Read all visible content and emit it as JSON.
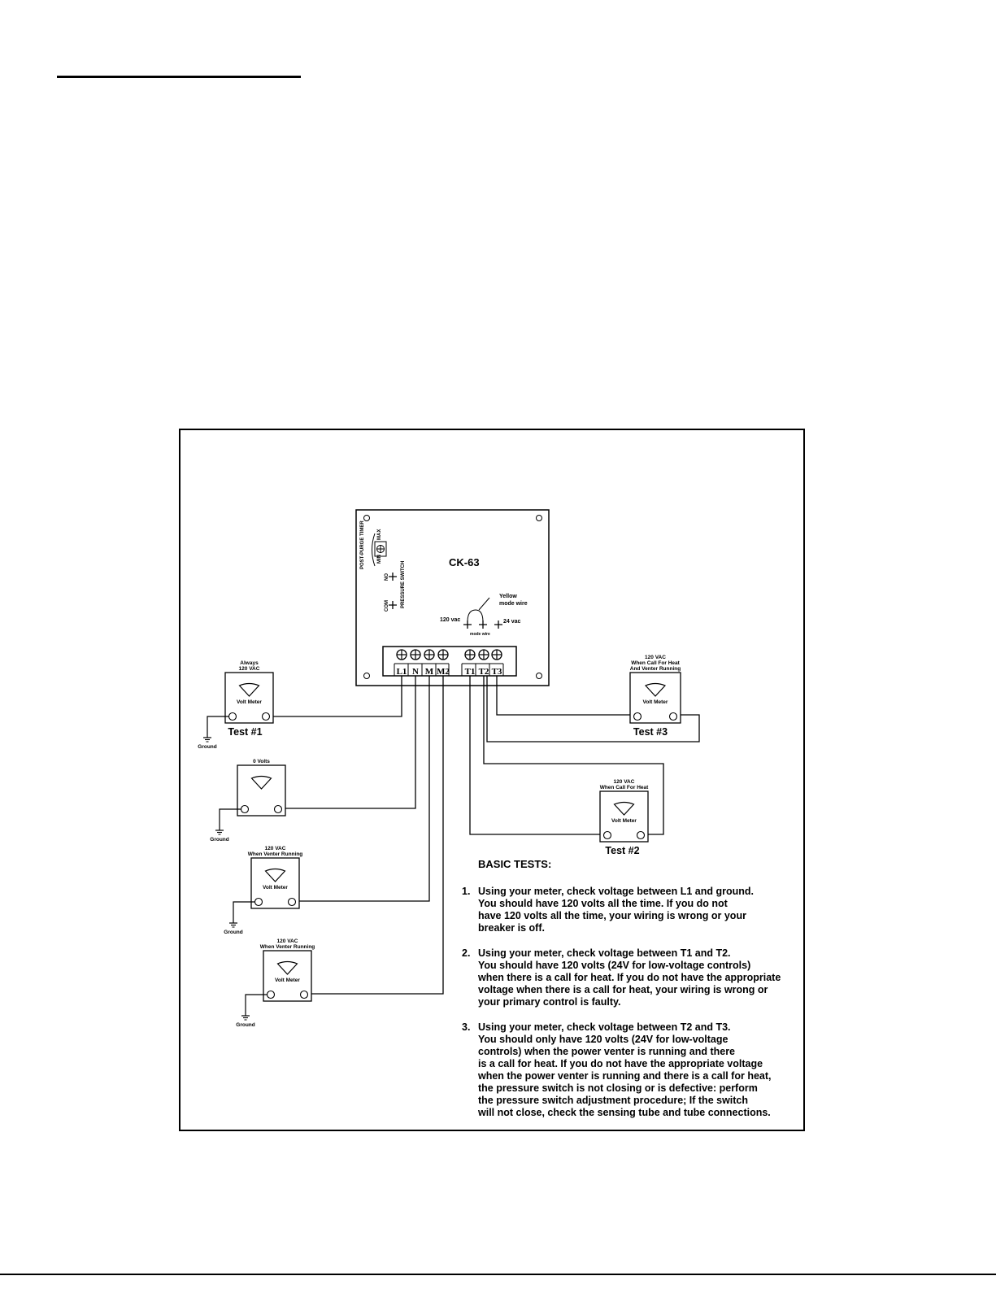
{
  "board": {
    "model": "CK-63",
    "pot_label": "POST-PURGE TIMER",
    "pot_min": "MIN",
    "pot_max": "MAX",
    "switch_label": "PRESSURE SWITCH",
    "switch_no": "NO",
    "switch_com": "COM",
    "yellow_label_1": "Yellow",
    "yellow_label_2": "mode wire",
    "v120_label": "120 vac",
    "v24_label": "24 vac",
    "mode_wire_label": "mode wire",
    "terminals": [
      "L1",
      "N",
      "M",
      "M2",
      "T1",
      "T2",
      "T3"
    ]
  },
  "meters": [
    {
      "caption": [
        "Always",
        "120 VAC"
      ],
      "face": "Volt Meter",
      "test": "Test #1",
      "ground": "Ground"
    },
    {
      "caption": [
        "0 Volts"
      ],
      "face": "",
      "test": "",
      "ground": "Ground"
    },
    {
      "caption": [
        "120 VAC",
        "When Venter Running"
      ],
      "face": "Volt Meter",
      "test": "",
      "ground": "Ground"
    },
    {
      "caption": [
        "120 VAC",
        "When Venter Running"
      ],
      "face": "Volt Meter",
      "test": "",
      "ground": "Ground"
    },
    {
      "caption": [
        "120 VAC",
        "When Call For Heat"
      ],
      "face": "Volt Meter",
      "test": "Test #2",
      "ground": ""
    },
    {
      "caption": [
        "120 VAC",
        "When Call For Heat",
        "And Venter Running"
      ],
      "face": "Volt Meter",
      "test": "Test #3",
      "ground": ""
    }
  ],
  "tests": {
    "heading": "BASIC TESTS:",
    "items": [
      {
        "num": "1.",
        "lines": [
          "Using your meter, check voltage between L1 and ground.",
          "You should have 120 volts all the time.  If you do not",
          "have 120 volts all the time, your wiring is wrong or your",
          "breaker is off."
        ]
      },
      {
        "num": "2.",
        "lines": [
          "Using your meter, check voltage between T1 and T2.",
          "You should have 120 volts (24V for low-voltage controls)",
          "when there is a call for heat. If you do not have the appropriate",
          "voltage when there is a call for heat, your wiring is wrong or",
          "your primary control is faulty."
        ]
      },
      {
        "num": "3.",
        "lines": [
          "Using your meter, check voltage between T2 and T3.",
          "You should only have 120 volts (24V for low-voltage",
          "controls) when the power venter is running and there",
          "is a call for heat.  If you do not have the appropriate voltage",
          "when the power venter is running and there is a call for heat,",
          "the pressure switch is not closing or is defective: perform",
          "the pressure switch adjustment procedure; If the switch",
          "will not close, check the sensing tube and tube connections."
        ]
      }
    ]
  }
}
